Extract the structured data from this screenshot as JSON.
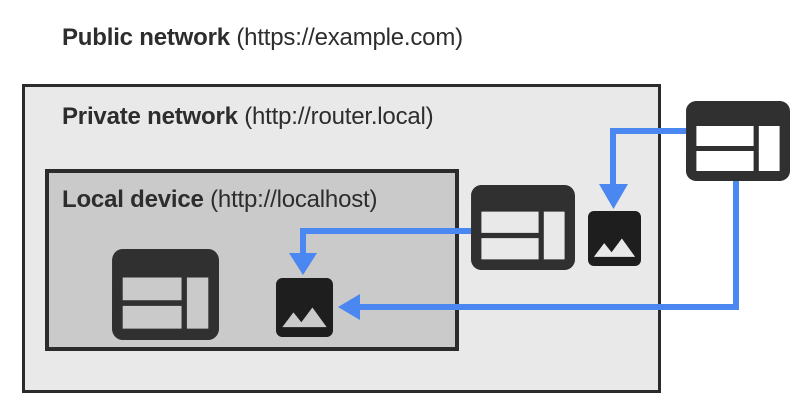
{
  "labels": {
    "public_network": {
      "name": "Public network",
      "host": "(https://example.com)"
    },
    "private_network": {
      "name": "Private network",
      "host": "(http://router.local)"
    },
    "local_device": {
      "name": "Local device",
      "host": "(http://localhost)"
    }
  },
  "nodes": [
    {
      "id": "public-browser",
      "icon": "browser-window-icon",
      "network": "public"
    },
    {
      "id": "private-browser",
      "icon": "browser-window-icon",
      "network": "private"
    },
    {
      "id": "private-image",
      "icon": "image-resource-icon",
      "network": "private"
    },
    {
      "id": "local-browser",
      "icon": "browser-window-icon",
      "network": "local"
    },
    {
      "id": "local-image",
      "icon": "image-resource-icon",
      "network": "local"
    }
  ],
  "arrows": [
    {
      "from": "public-browser",
      "to": "private-image"
    },
    {
      "from": "public-browser",
      "to": "local-image"
    },
    {
      "from": "private-browser",
      "to": "local-image"
    }
  ],
  "colors": {
    "page_bg": "#ffffff",
    "text": "#2d2d2d",
    "border_dark": "#2b2b2b",
    "private_bg": "#e9e9e9",
    "local_bg": "#cacaca",
    "arrow_blue": "#4a87f0",
    "icon_gray": "#303030",
    "icon_black": "#1e1e1e"
  }
}
